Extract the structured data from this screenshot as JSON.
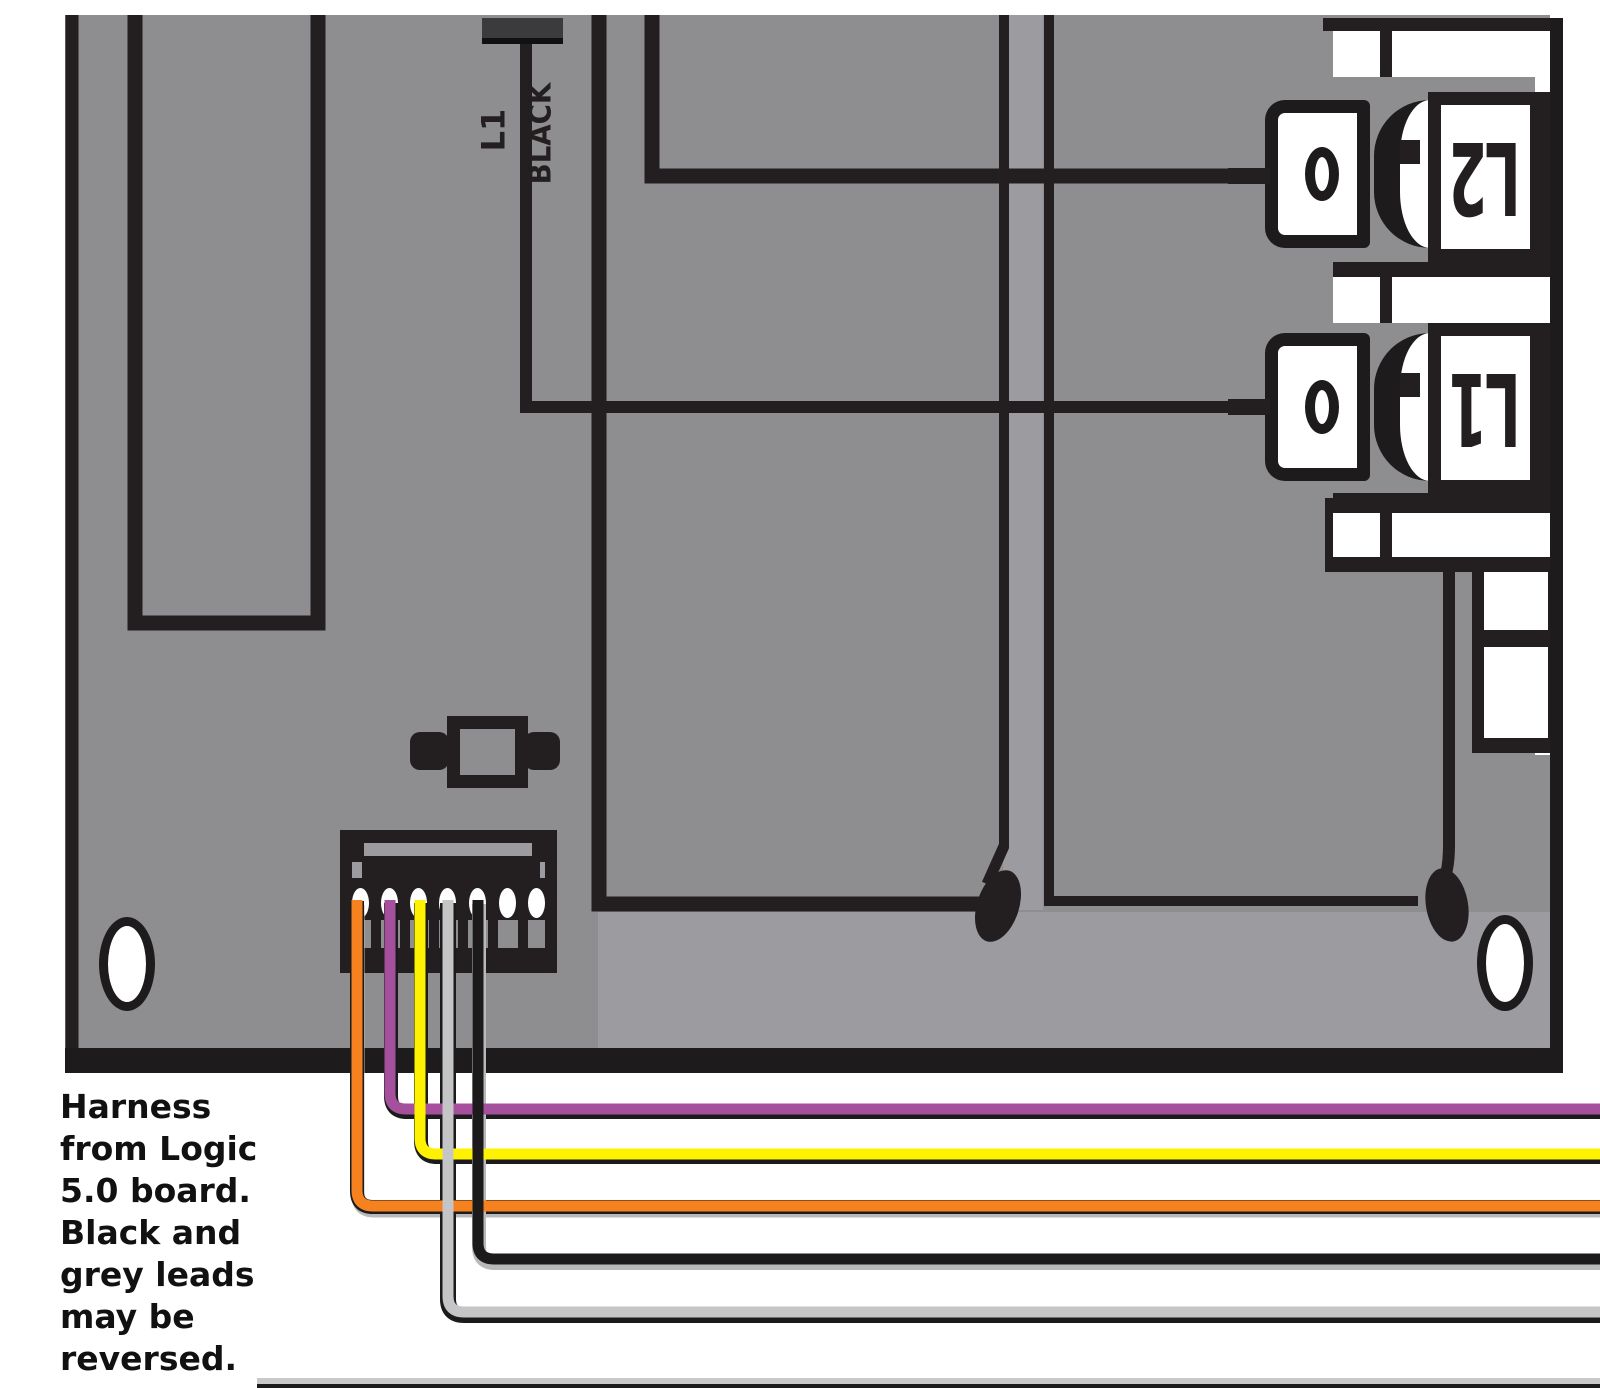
{
  "annotation": {
    "lines": [
      "Harness",
      "from Logic",
      "5.0 board.",
      "Black and",
      "grey leads",
      "may be",
      "reversed."
    ]
  },
  "labels": {
    "component_designator": "L1",
    "component_wire": "BLACK",
    "terminal_top": "L2",
    "terminal_bottom": "L1"
  },
  "connector": {
    "pin_count": 7,
    "wired_pins": 5
  },
  "wires": {
    "orange": {
      "name": "orange wire",
      "color": "#F5821F",
      "pin": 1
    },
    "purple": {
      "name": "purple wire",
      "color": "#A4509C",
      "pin": 2
    },
    "yellow": {
      "name": "yellow wire",
      "color": "#FFF200",
      "pin": 3
    },
    "grey": {
      "name": "grey wire",
      "color": "#C5C5C7",
      "pin": 4
    },
    "black": {
      "name": "black wire",
      "color": "#1C1A1A",
      "pin": 5
    }
  },
  "colors": {
    "board_gray": "#8E8E91",
    "board_light_gray": "#9C9CA0",
    "trace_ink": "#231F20",
    "component_dark": "#3B3B3D",
    "annotation_text": "#111111",
    "shadow_gray": "#B9B9BB",
    "bottom_line_gray": "#C9C9CB"
  }
}
